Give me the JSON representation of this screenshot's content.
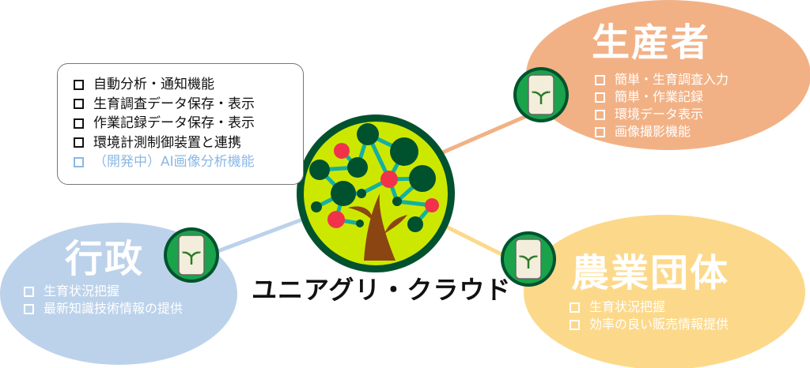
{
  "features_box": {
    "items": [
      {
        "text": "自動分析・通知機能",
        "dev": false
      },
      {
        "text": "生育調査データ保存・表示",
        "dev": false
      },
      {
        "text": "作業記録データ保存・表示",
        "dev": false
      },
      {
        "text": "環境計測制御装置と連携",
        "dev": false
      },
      {
        "text": "（開発中）AI画像分析機能",
        "dev": true
      }
    ]
  },
  "center": {
    "title": "ユニアグリ・クラウド",
    "icon": "tree-network-icon"
  },
  "producer": {
    "title": "生産者",
    "color": "#f2b185",
    "items": [
      "簡単・生育調査入力",
      "簡単・作業記録",
      "環境データ表示",
      "画像撮影機能"
    ]
  },
  "agri_group": {
    "title": "農業団体",
    "color": "#fcd98a",
    "items": [
      "生育状況把握",
      "効率の良い販売情報提供"
    ]
  },
  "government": {
    "title": "行政",
    "color": "#bcd2ea",
    "items": [
      "生育状況把握",
      "最新知識技術情報の提供"
    ]
  },
  "colors": {
    "dark_green": "#00522f",
    "lime": "#cde800",
    "red": "#f0334b",
    "teal": "#14b0a0",
    "trunk": "#8b4513",
    "dev_text": "#8ab8e6"
  }
}
